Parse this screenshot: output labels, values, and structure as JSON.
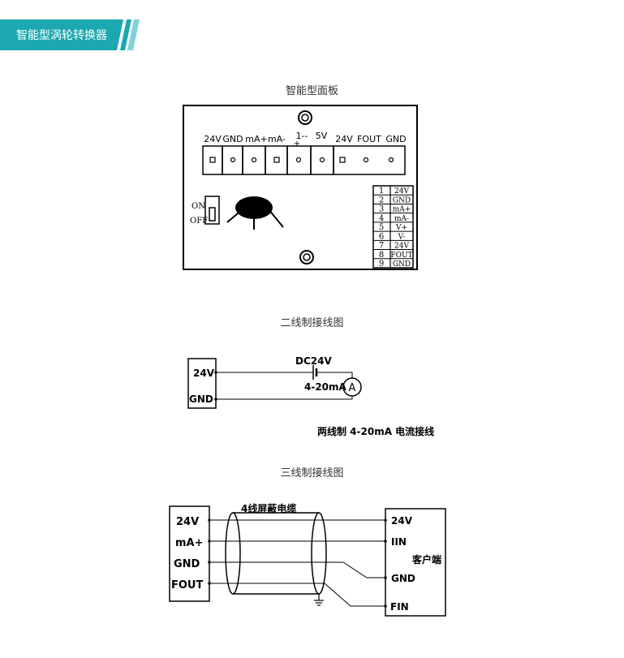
{
  "header": {
    "title": "智能型涡轮转换器",
    "accent_color": "#1ba8b1"
  },
  "panel": {
    "caption": "智能型面板",
    "terminals": [
      "24V",
      "GND",
      "mA+",
      "mA-",
      "1--",
      "5V",
      "24V",
      "FOUT",
      "GND"
    ],
    "plus_mark": "+",
    "switch_on": "ON",
    "switch_off": "OFF",
    "pin_table": [
      {
        "num": "1",
        "label": "24V"
      },
      {
        "num": "2",
        "label": "GND"
      },
      {
        "num": "3",
        "label": "mA+"
      },
      {
        "num": "4",
        "label": "mA-"
      },
      {
        "num": "5",
        "label": "V+"
      },
      {
        "num": "6",
        "label": "V-"
      },
      {
        "num": "7",
        "label": "24V"
      },
      {
        "num": "8",
        "label": "FOUT"
      },
      {
        "num": "9",
        "label": "GND"
      }
    ]
  },
  "two_wire": {
    "caption": "二线制接线图",
    "label_24v": "24V",
    "label_gnd": "GND",
    "supply": "DC24V",
    "current": "4-20mA",
    "meter": "A",
    "subtitle": "两线制 4-20mA 电流接线"
  },
  "three_wire": {
    "caption": "三线制接线图",
    "cable": "4线屏蔽电缆",
    "left_terminals": [
      "24V",
      "mA+",
      "GND",
      "FOUT"
    ],
    "right_terminals": [
      "24V",
      "IIN",
      "GND",
      "FIN"
    ],
    "client": "客户端"
  }
}
